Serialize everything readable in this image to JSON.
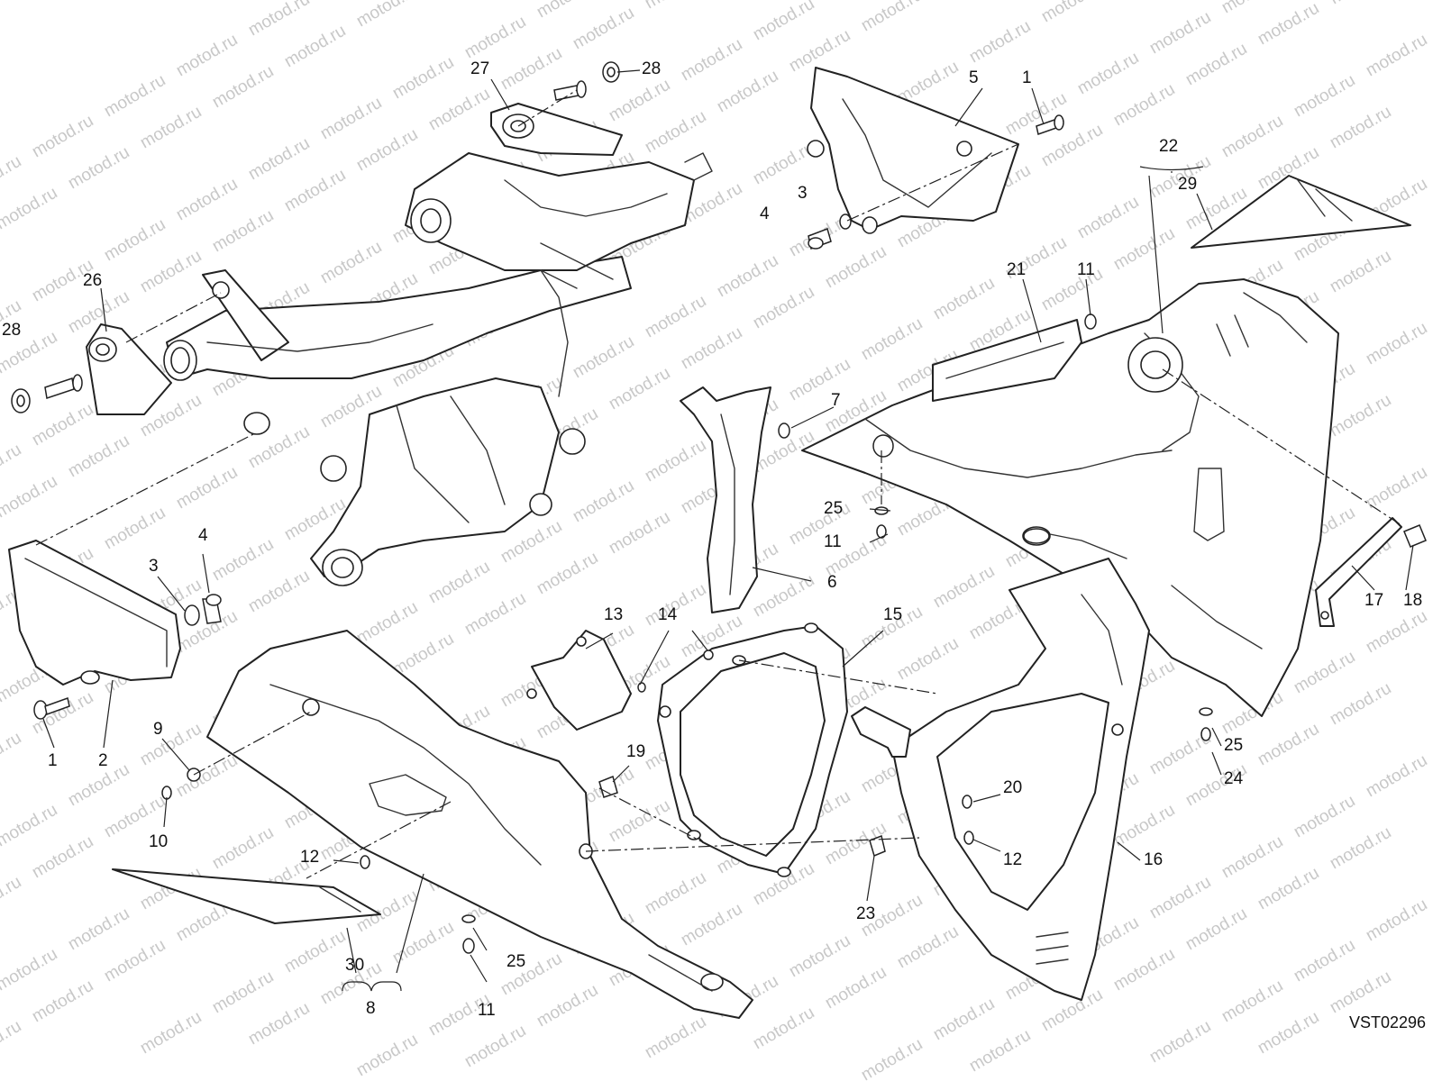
{
  "diagram_code": "VST02296",
  "watermark": "motod.ru",
  "callouts": [
    "1",
    "2",
    "3",
    "4",
    "5",
    "6",
    "7",
    "8",
    "9",
    "10",
    "11",
    "12",
    "13",
    "14",
    "15",
    "16",
    "17",
    "18",
    "19",
    "20",
    "21",
    "22",
    "23",
    "24",
    "25",
    "26",
    "27",
    "28",
    "29",
    "30"
  ],
  "colors": {
    "line": "#222222",
    "background": "#ffffff",
    "watermark": "#c8c8c8"
  }
}
